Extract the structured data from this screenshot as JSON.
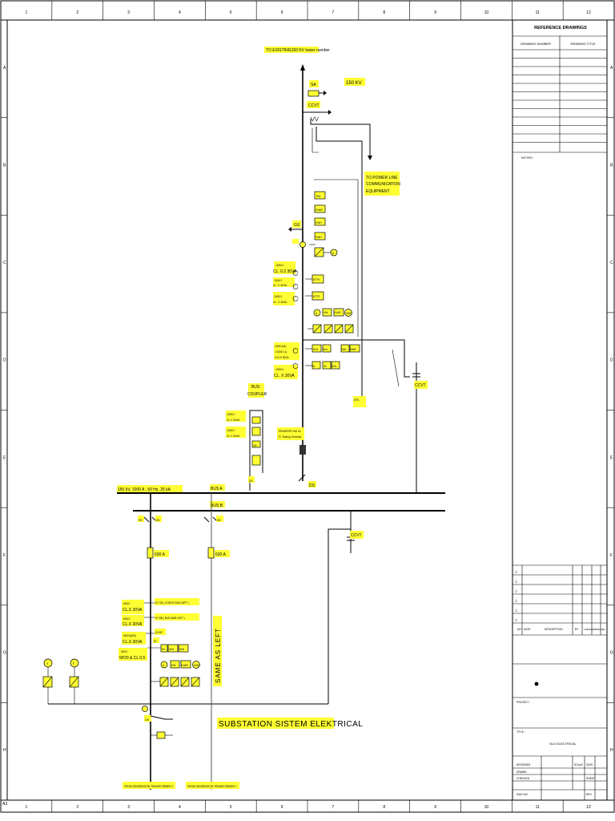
{
  "grid": {
    "columns": [
      "1",
      "2",
      "3",
      "4",
      "5",
      "6",
      "7",
      "8",
      "9",
      "10",
      "11",
      "12"
    ],
    "rows": [
      "A",
      "B",
      "C",
      "D",
      "E",
      "F",
      "G",
      "H"
    ],
    "corner": "A3"
  },
  "reference_drawings": {
    "title": "REFERENCE DRAWINGS",
    "col_number": "DRAWING NUMBER",
    "col_title": "DRAWING TITLE"
  },
  "notes_label": "NOTES :",
  "revision_table": {
    "headers": [
      "NO",
      "DATE",
      "DESCRIPTION",
      "BY",
      "CHECKED",
      "APPROVED"
    ],
    "rev_marks": [
      "△",
      "△",
      "△",
      "△",
      "△",
      "△"
    ]
  },
  "project_label": "PROJECT :",
  "title_block": {
    "title_label": "TITLE :",
    "title_value": "SLD ELECTRICAL",
    "designed": "DESIGNED",
    "drawn": "DRAWN",
    "checked": "CHECKED",
    "dwg_no": "DWG NO",
    "scale": "SCALE",
    "date": "DATE",
    "sheet": "SHEET",
    "rev": "REV"
  },
  "diagram": {
    "to_existing": "TO EXISTING150 KV tower number",
    "voltage": "150 KV",
    "sa": "SA",
    "ccvt": "CCVT",
    "to_plc": [
      "TO POWER LINE",
      "COMMUNICATION",
      "EQUIPMENT"
    ],
    "gs": "GS",
    "kw": "KW",
    "kvar": "KVAR",
    "kwh": "KWH",
    "a": "A",
    "v": "V",
    "f": "F",
    "ct1": [
      "1000/1",
      "CL. 0.2 30VA"
    ],
    "ct2": [
      "1000/1",
      "CL. X 30VA"
    ],
    "ct3": [
      "1000/1",
      "CL. X 30VA"
    ],
    "ct4": [
      "1000/1(A)",
      "/ 1000/1 &",
      "CL0.5 30VA"
    ],
    "ct5": [
      "1000/1",
      "CL. X 30VA"
    ],
    "bus_coupler": [
      "BUS",
      "COUPLER"
    ],
    "bc_ct1": [
      "1000/1",
      "CL.X 30VA"
    ],
    "bc_ct2": [
      "1000/1",
      "CL.X 30VA"
    ],
    "transfer": [
      "TRANSFER 150 kV",
      "TC Testing Terminal"
    ],
    "cb": "CB",
    "ds": "DS",
    "bus_rating": "150 kV, 1000 A , 50 Hz, 25 kA",
    "bus_a": "BUS A",
    "bus_b": "BUS B",
    "rating_630": "630 A",
    "relays": {
      "r87cb": "87 CB ( CHECK BUS DIFF )",
      "r87bb": "87 BB ( BUS BAR DIFF )",
      "r50bf": "50 BF",
      "r51": "51",
      "r50": "50",
      "r51n": "51N",
      "r50n": "50N"
    },
    "gen_ct1": [
      "630/1",
      "CL.X 30VA"
    ],
    "gen_ct2": [
      "630/1",
      "CL.X 30VA"
    ],
    "gen_ct3": [
      "630/1(600)",
      "CL.X 30VA"
    ],
    "gen_ct4": [
      "630/1",
      "5P20 & CL 0.5"
    ],
    "same_as_left": "SAME AS LEFT",
    "main_title": "SUBSTATION SISTEM ELEKTRICAL",
    "from_gen1": "FROM GENERATION TRANSFORMER 1",
    "from_gen2": "FROM GENERATION TRANSFORMER 2",
    "letters_c": "C",
    "sm_boxes": [
      "87TR",
      "87TR",
      "87N",
      "51N",
      "50N",
      "50BF",
      "51",
      "50"
    ]
  }
}
